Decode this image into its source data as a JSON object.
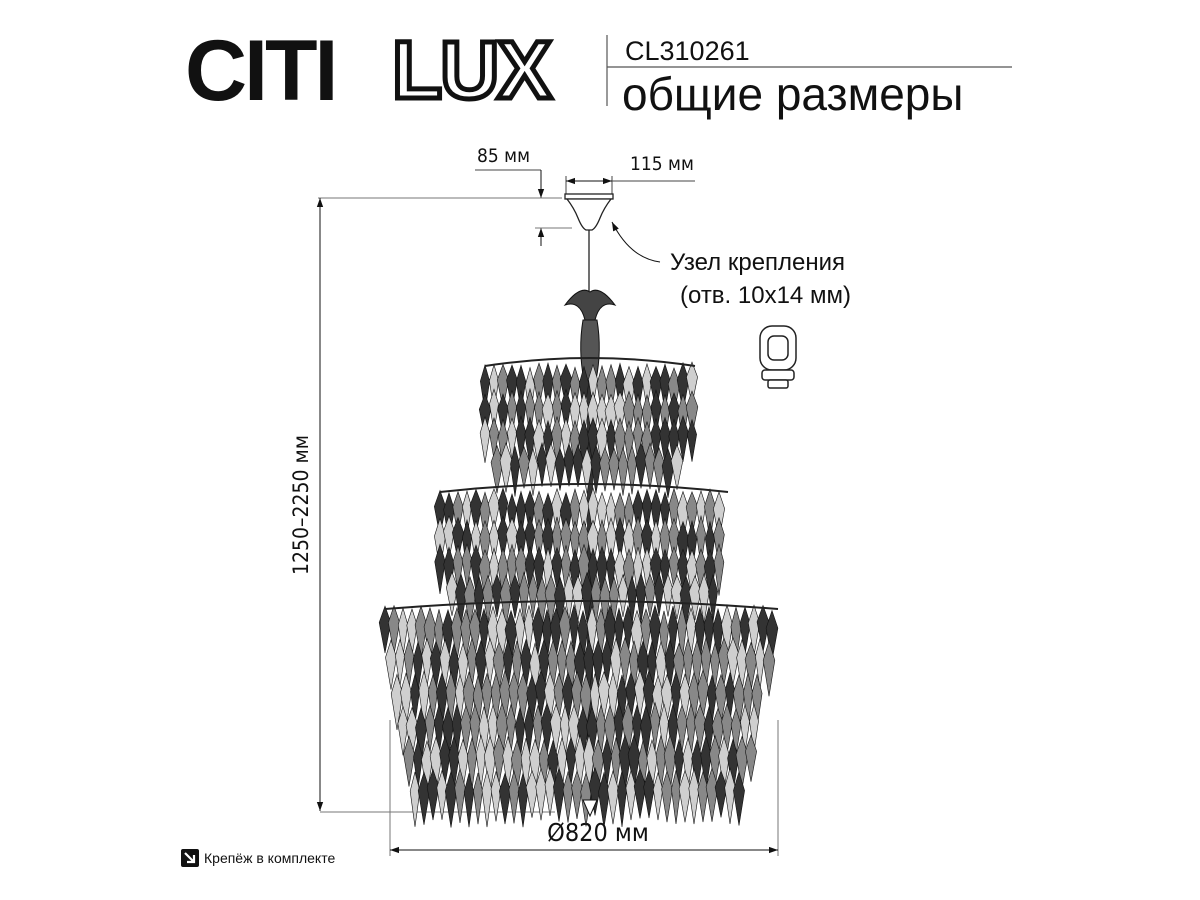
{
  "brand": {
    "logo_text": "CITILUX",
    "logo_part1": "CITI",
    "logo_part2": "LUX"
  },
  "header": {
    "model": "CL310261",
    "subtitle": "общие размеры"
  },
  "dimensions": {
    "canopy_height": "85 мм",
    "canopy_width": "115 мм",
    "total_height": "1250–2250 мм",
    "diameter": "Ø820 мм"
  },
  "callout": {
    "line1": "Узел крепления",
    "line2": "(отв. 10x14 мм)"
  },
  "footer": {
    "mounting_note": "Крепёж в комплекте",
    "icon": "mounting-kit-icon"
  },
  "colors": {
    "ink": "#111111",
    "line": "#555555"
  }
}
